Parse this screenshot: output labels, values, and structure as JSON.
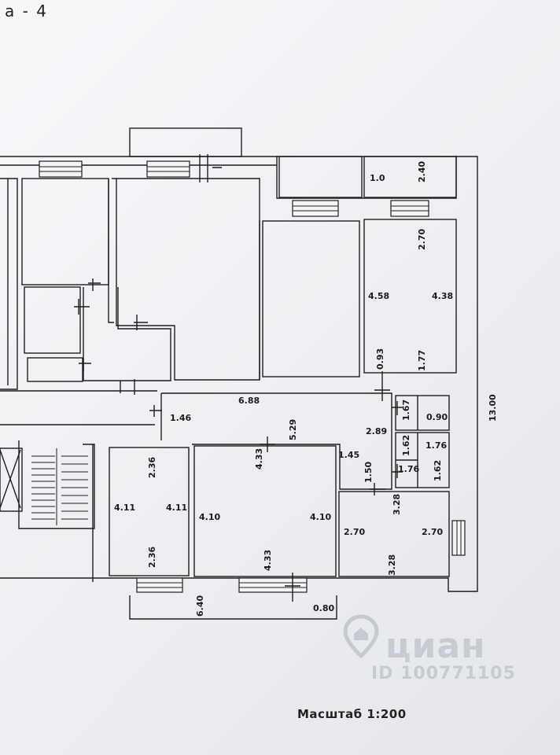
{
  "header": {
    "sheet_label": "а - 4"
  },
  "footer": {
    "scale_label": "Масштаб 1:200"
  },
  "watermark": {
    "brand": "циан",
    "listing_id": "ID 100771105",
    "icon": "house-location-icon"
  },
  "dimensions": {
    "balcony_top_right_w": "1.0",
    "balcony_top_right_h": "2.40",
    "room_ne_top": "2.70",
    "room_ne_left": "4.58",
    "room_ne_right": "4.38",
    "room_ne_right_lower": "1.77",
    "room_ne_left_lower": "0.93",
    "corridor_left": "1.46",
    "corridor_length": "6.88",
    "corridor_mid": "5.29",
    "corridor_right": "2.89",
    "bath_upper_h": "1.67",
    "bath_upper_w": "0.90",
    "bath_lower_left": "1.62",
    "bath_lower_top": "1.76",
    "bath_lower_bottom": "1.76",
    "bath_lower_right": "1.62",
    "hall_right": "1.45",
    "hall_bottom": "1.50",
    "room_sw_top": "2.36",
    "room_sw_left": "4.11",
    "room_sw_right": "4.11",
    "room_sw_bottom": "2.36",
    "room_s_top": "4.33",
    "room_s_left": "4.10",
    "room_s_right": "4.10",
    "room_s_bottom": "4.33",
    "kitchen_top": "3.28",
    "kitchen_left": "2.70",
    "kitchen_right": "2.70",
    "kitchen_bottom": "3.28",
    "total_height": "13.00",
    "balcony_bottom_w": "6.40",
    "balcony_bottom_h": "0.80"
  }
}
